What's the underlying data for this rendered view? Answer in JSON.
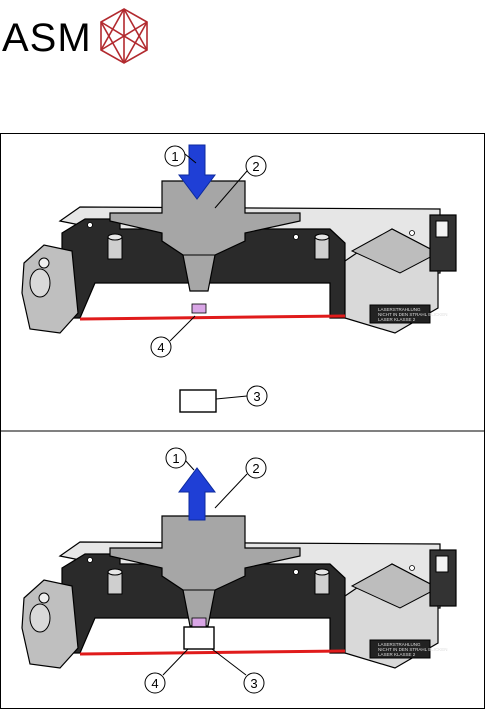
{
  "logo": {
    "text": "ASM",
    "color": "#b22a2f"
  },
  "colors": {
    "arrow": "#1f3fd6",
    "gripper": "#a6a6a6",
    "laser": "#e01b1b",
    "component": "#d9a6e6",
    "body_dark": "#2a2a2a",
    "body_light": "#d9d9d9"
  },
  "top_panel": {
    "arrow_direction": "down",
    "callouts": {
      "c1": "1",
      "c2": "2",
      "c3": "3",
      "c4": "4"
    },
    "label_plate": [
      "LASERSTRAHLUNG",
      "NICHT IN DEN STRAHL BLICKEN",
      "LASER KLASSE 2"
    ]
  },
  "bottom_panel": {
    "arrow_direction": "up",
    "callouts": {
      "c1": "1",
      "c2": "2",
      "c3": "3",
      "c4": "4"
    },
    "label_plate": [
      "LASERSTRAHLUNG",
      "NICHT IN DEN STRAHL BLICKEN",
      "LASER KLASSE 2"
    ]
  }
}
